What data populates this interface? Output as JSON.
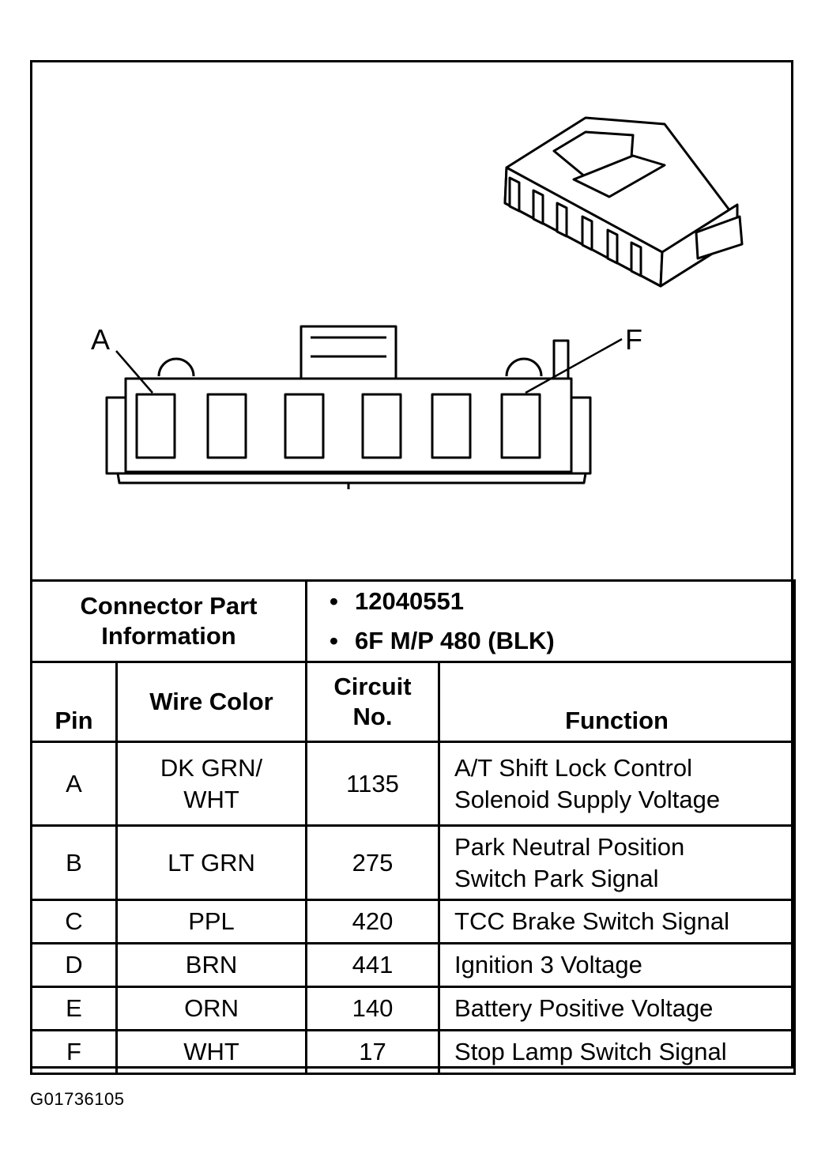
{
  "diagram": {
    "pin_label_first": "A",
    "pin_label_last": "F",
    "pin_count": 6
  },
  "connector_info": {
    "label_line1": "Connector Part",
    "label_line2": "Information",
    "values": [
      "12040551",
      "6F M/P 480 (BLK)"
    ]
  },
  "columns": {
    "pin": "Pin",
    "wire_color_line1": "Wire Color",
    "circuit_line1": "Circuit",
    "circuit_line2": "No.",
    "function": "Function"
  },
  "rows": [
    {
      "pin": "A",
      "wire": [
        "DK GRN/",
        "WHT"
      ],
      "circuit": "1135",
      "function": [
        "A/T Shift Lock Control",
        "Solenoid Supply Voltage"
      ]
    },
    {
      "pin": "B",
      "wire": [
        "LT GRN"
      ],
      "circuit": "275",
      "function": [
        "Park Neutral Position",
        "Switch Park Signal"
      ]
    },
    {
      "pin": "C",
      "wire": [
        "PPL"
      ],
      "circuit": "420",
      "function": [
        "TCC Brake Switch Signal"
      ]
    },
    {
      "pin": "D",
      "wire": [
        "BRN"
      ],
      "circuit": "441",
      "function": [
        "Ignition 3 Voltage"
      ]
    },
    {
      "pin": "E",
      "wire": [
        "ORN"
      ],
      "circuit": "140",
      "function": [
        "Battery Positive Voltage"
      ]
    },
    {
      "pin": "F",
      "wire": [
        "WHT"
      ],
      "circuit": "17",
      "function": [
        "Stop Lamp Switch Signal"
      ]
    }
  ],
  "footer_code": "G01736105"
}
